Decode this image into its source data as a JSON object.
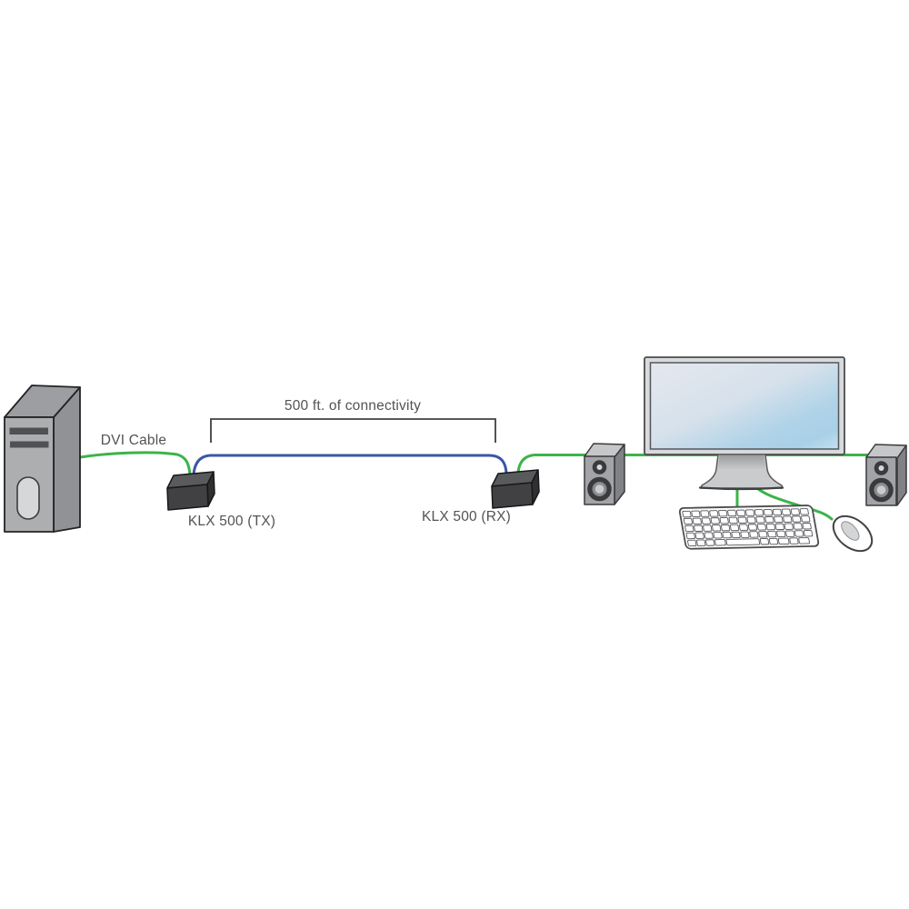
{
  "diagram": {
    "labels": {
      "dvi_cable": "DVI Cable",
      "connectivity": "500 ft. of connectivity",
      "transmitter": "KLX 500 (TX)",
      "receiver": "KLX 500 (RX)"
    },
    "colors": {
      "cable_green": "#3bb44a",
      "cable_blue": "#3a57a7",
      "bracket": "#3f4042",
      "text": "#525356"
    }
  }
}
